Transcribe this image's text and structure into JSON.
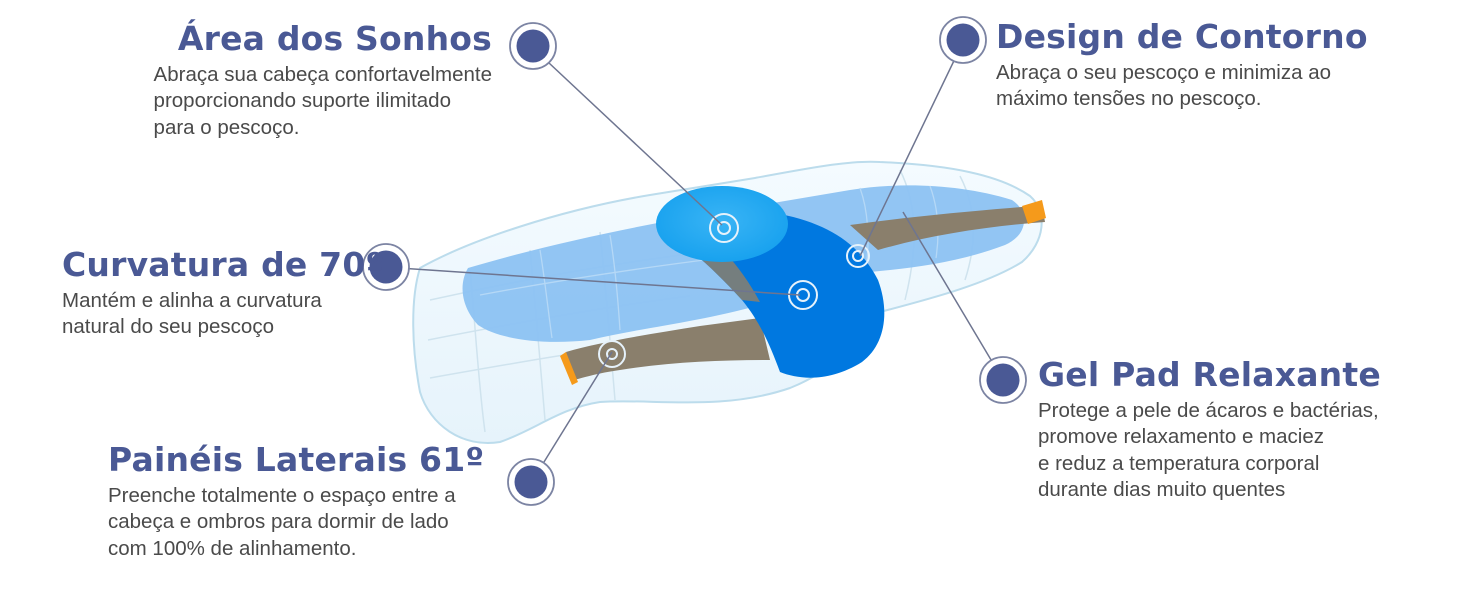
{
  "colors": {
    "title": "#4a5995",
    "body_text": "#4a4a4a",
    "marker_fill": "#4a5995",
    "marker_ring": "#7c84a3",
    "connector": "#6e7590",
    "gel_blue": "#0078e0",
    "panel_blue": "#8cc2f2",
    "accent_orange": "#f59a1b",
    "edge_gray": "#8a7f6c"
  },
  "features": {
    "area": {
      "title": "Área dos Sonhos",
      "lines": [
        "Abraça sua cabeça confortavelmente",
        "proporcionando suporte ilimitado",
        "para o pescoço."
      ]
    },
    "contorno": {
      "title": "Design de Contorno",
      "lines": [
        "Abraça o seu pescoço e minimiza ao",
        "máximo tensões no pescoço."
      ]
    },
    "curvatura": {
      "title": "Curvatura de 70º",
      "lines": [
        "Mantém e alinha a curvatura",
        "natural do seu pescoço"
      ]
    },
    "paineis": {
      "title": "Painéis Laterais 61º",
      "lines": [
        "Preenche totalmente o espaço entre a",
        "cabeça e ombros para dormir de lado",
        "com 100% de alinhamento."
      ]
    },
    "gel": {
      "title": "Gel Pad Relaxante",
      "lines": [
        "Protege a pele de ácaros e bactérias,",
        "promove relaxamento e maciez",
        "e reduz a temperatura corporal",
        "durante dias muito quentes"
      ]
    }
  },
  "icons": {
    "marker": "circle-marker-icon",
    "pillow": "contour-pillow-illustration"
  }
}
